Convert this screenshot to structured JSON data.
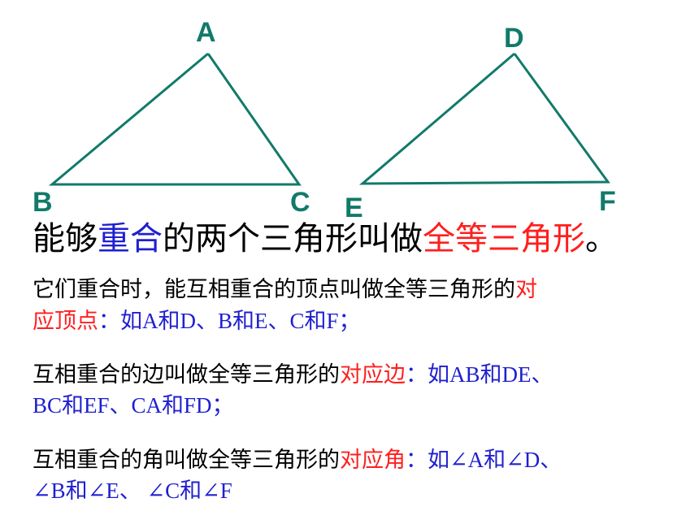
{
  "triangle_left": {
    "top": "A",
    "bottom_left": "B",
    "bottom_right": "C"
  },
  "triangle_right": {
    "top": "D",
    "bottom_left": "E",
    "bottom_right": "F"
  },
  "title": {
    "prefix": "能够",
    "highlight1": "重合",
    "middle": "的两个三角形叫做",
    "highlight2": "全等三角形",
    "suffix": "。"
  },
  "vertices": {
    "text": "它们重合时，能互相重合的顶点叫做全等三角形的",
    "term_line1": "对",
    "term_line2": "应顶点",
    "example": "：如A和D、B和E、C和F；"
  },
  "sides": {
    "text": "互相重合的边叫做全等三角形的",
    "term": "对应边",
    "example1": "：如AB和DE、",
    "example2": "BC和EF、CA和FD；"
  },
  "angles": {
    "text": "互相重合的角叫做全等三角形的",
    "term": "对应角",
    "example1": "：如∠A和∠D、",
    "example2": "∠B和∠E、 ∠C和∠F"
  },
  "colors": {
    "triangle_stroke": "#117a6a",
    "highlight_blue": "#1f1fd0",
    "highlight_red": "#ff1e1e"
  }
}
